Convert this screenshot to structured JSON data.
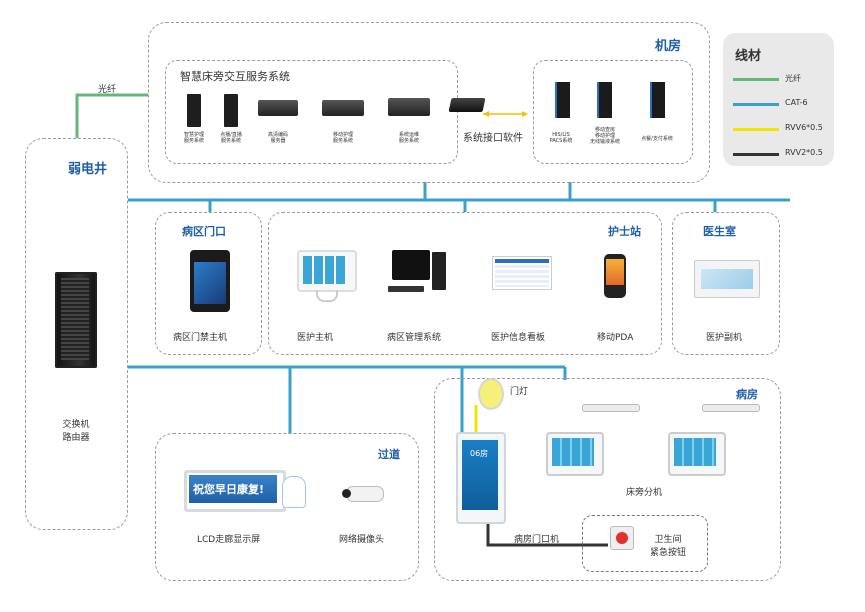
{
  "legend": {
    "title": "线材",
    "items": [
      {
        "label": "光纤",
        "color": "#62b87a"
      },
      {
        "label": "CAT-6",
        "color": "#3aa0cc"
      },
      {
        "label": "RVV6*0.5",
        "color": "#f2e500"
      },
      {
        "label": "RVV2*0.5",
        "color": "#333333"
      }
    ]
  },
  "jifang": {
    "title": "机房",
    "system_title": "智慧床旁交互服务系统",
    "servers": [
      {
        "line1": "智慧护理",
        "line2": "服务系统"
      },
      {
        "line1": "点播/直播",
        "line2": "服务系统"
      },
      {
        "line1": "高清编码",
        "line2": "服务器"
      },
      {
        "line1": "移动护理",
        "line2": "服务系统"
      },
      {
        "line1": "系统运维",
        "line2": "服务系统"
      }
    ],
    "interface_label": "系统接口软件",
    "right_servers": [
      {
        "line1": "HIS/LIS",
        "line2": "PACS系统",
        "line3": ""
      },
      {
        "line1": "移动查房",
        "line2": "移动护理",
        "line3": "无线输液系统"
      },
      {
        "line1": "点餐/支付系统",
        "line2": "",
        "line3": ""
      }
    ]
  },
  "fiber_label": "光纤",
  "weakwell": {
    "title": "弱电井",
    "device_line1": "交换机",
    "device_line2": "路由器"
  },
  "ward_entrance": {
    "title": "病区门口",
    "device": "病区门禁主机"
  },
  "nurse_station": {
    "title": "护士站",
    "devices": [
      "医护主机",
      "病区管理系统",
      "医护信息看板",
      "移动PDA"
    ]
  },
  "doctor_room": {
    "title": "医生室",
    "device": "医护副机"
  },
  "corridor": {
    "title": "过道",
    "lcd_text": "祝您早日康复!",
    "devices": [
      "LCD走廊显示屏",
      "网络摄像头"
    ]
  },
  "ward": {
    "title": "病房",
    "door_light": "门灯",
    "bedside": "床旁分机",
    "door_unit": "病房门口机",
    "room_no": "06房",
    "bathroom_line1": "卫生间",
    "bathroom_line2": "紧急按钮"
  }
}
